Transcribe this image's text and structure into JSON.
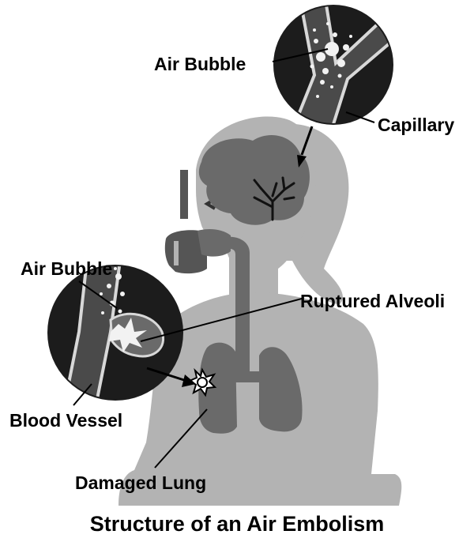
{
  "labels": {
    "air_bubble_top": "Air Bubble",
    "capillary": "Capillary",
    "air_bubble_left": "Air Bubble",
    "ruptured_alveoli": "Ruptured Alveoli",
    "blood_vessel": "Blood Vessel",
    "damaged_lung": "Damaged Lung"
  },
  "title": "Structure of an Air Embolism",
  "colors": {
    "body": "#b3b3b3",
    "organ": "#6a6a6a",
    "inset_bg": "#1c1c1c",
    "vessel": "#4a4a4a",
    "vessel_edge": "#d8d8d8",
    "bubble": "#f2f2f2",
    "line": "#000000"
  },
  "icons": {
    "mask": "oxygen-mask-icon",
    "brain": "brain-icon",
    "lungs": "lungs-icon"
  }
}
